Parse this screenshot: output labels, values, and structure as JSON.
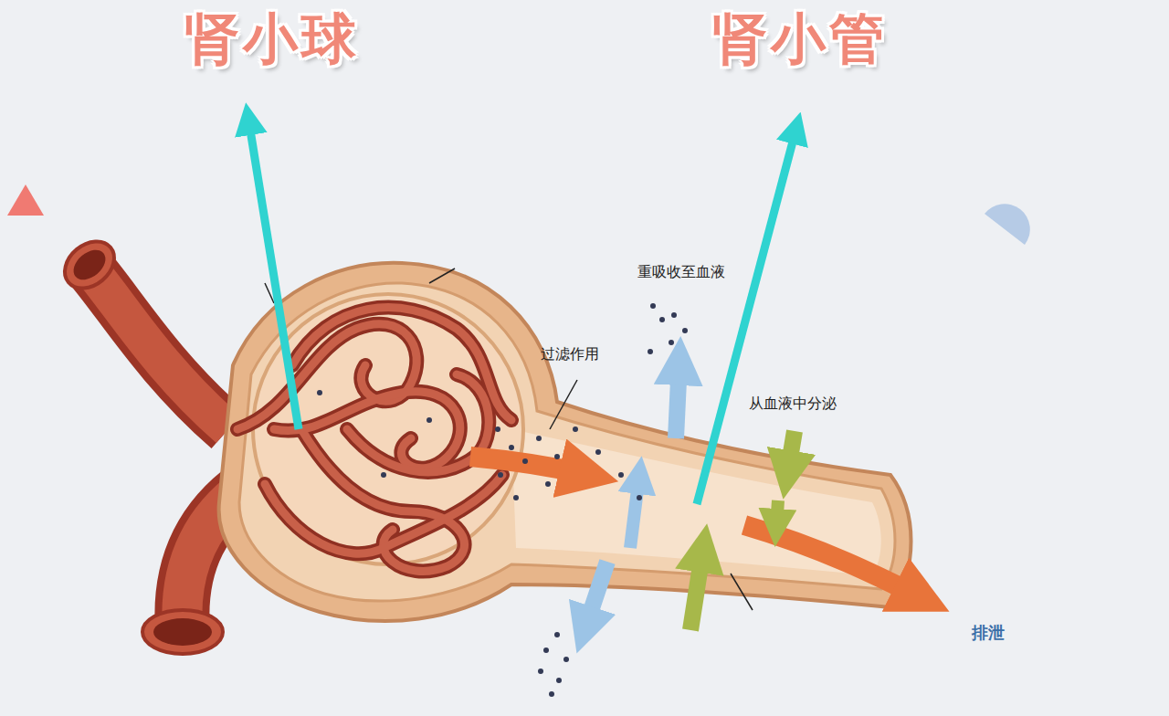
{
  "diagram": {
    "labels": [
      "肾小球",
      "肾小管",
      "重吸收至血液",
      "过滤作用",
      "从血液中分泌",
      "排泄"
    ]
  }
}
